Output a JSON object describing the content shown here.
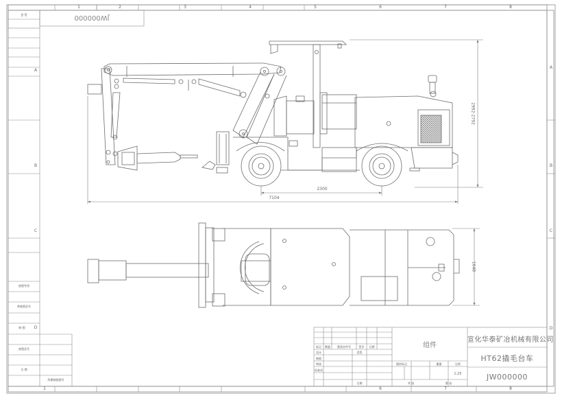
{
  "drawing": {
    "drawing_number_rotated": "JW000000",
    "top_left_label": "会 签",
    "column_zones": [
      "1",
      "2",
      "3",
      "4",
      "5",
      "6",
      "7",
      "8"
    ],
    "row_zones": [
      "A",
      "B",
      "C",
      "D"
    ],
    "colors": {
      "line": "#6a6a6a",
      "frame": "#888888",
      "background": "#ffffff"
    }
  },
  "side_view": {
    "dim_wheelbase": "2300",
    "dim_overall_length": "7104",
    "dim_height": "2992-2792"
  },
  "top_view": {
    "dim_width": "1648"
  },
  "left_strip": {
    "labels": [
      "底图专用",
      "原底图总号",
      "制 图",
      "底图总号",
      "日 期",
      "所属装配图号"
    ]
  },
  "title_block": {
    "company": "宣化华泰矿冶机械有限公司",
    "product_name": "HT62撬毛台车",
    "drawing_number": "JW000000",
    "assembly_label": "组件",
    "revision_headers": [
      "标记",
      "数量",
      "更改文件号",
      "签字",
      "日期"
    ],
    "role_labels": [
      "设计",
      "制图",
      "审核",
      "标准化"
    ],
    "mid_labels": [
      "会签",
      "日期"
    ],
    "info_headers": [
      "图样标记",
      "重量",
      "比例"
    ],
    "scale": "1:25",
    "sheet_total_label": "共 张",
    "sheet_no_label": "第 张"
  }
}
